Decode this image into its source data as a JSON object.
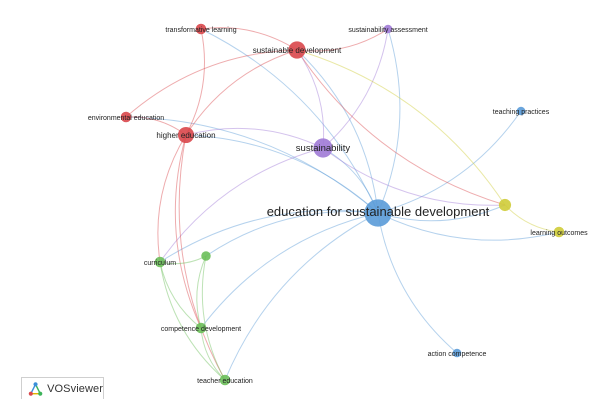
{
  "app": {
    "name": "VOSviewer"
  },
  "network": {
    "nodes": [
      {
        "id": "esd",
        "label": "education for sustainable development",
        "cluster": "blue",
        "weight": 10
      },
      {
        "id": "sust",
        "label": "sustainability",
        "cluster": "purple",
        "weight": 5
      },
      {
        "id": "sd",
        "label": "sustainable development",
        "cluster": "red",
        "weight": 4
      },
      {
        "id": "he",
        "label": "higher education",
        "cluster": "red",
        "weight": 3.5
      },
      {
        "id": "tl",
        "label": "transformative learning",
        "cluster": "red",
        "weight": 1.5
      },
      {
        "id": "ee",
        "label": "environmental education",
        "cluster": "red",
        "weight": 1.5
      },
      {
        "id": "sa",
        "label": "sustainability assessment",
        "cluster": "purple",
        "weight": 1
      },
      {
        "id": "tp",
        "label": "teaching practices",
        "cluster": "blue",
        "weight": 1
      },
      {
        "id": "ac",
        "label": "action competence",
        "cluster": "blue",
        "weight": 1
      },
      {
        "id": "yl",
        "label": "",
        "cluster": "yellow",
        "weight": 2
      },
      {
        "id": "lo",
        "label": "learning outcomes",
        "cluster": "yellow",
        "weight": 1.5
      },
      {
        "id": "cur",
        "label": "curriculum",
        "cluster": "green",
        "weight": 1.5
      },
      {
        "id": "gmid",
        "label": "",
        "cluster": "green",
        "weight": 1.2
      },
      {
        "id": "cd",
        "label": "competence development",
        "cluster": "green",
        "weight": 1.5
      },
      {
        "id": "te",
        "label": "teacher education",
        "cluster": "green",
        "weight": 1.5
      }
    ],
    "edges": [
      [
        "esd",
        "sust"
      ],
      [
        "esd",
        "sd"
      ],
      [
        "esd",
        "he"
      ],
      [
        "esd",
        "tl"
      ],
      [
        "esd",
        "ee"
      ],
      [
        "esd",
        "sa"
      ],
      [
        "esd",
        "tp"
      ],
      [
        "esd",
        "ac"
      ],
      [
        "esd",
        "yl"
      ],
      [
        "esd",
        "lo"
      ],
      [
        "esd",
        "cur"
      ],
      [
        "esd",
        "gmid"
      ],
      [
        "esd",
        "cd"
      ],
      [
        "esd",
        "te"
      ],
      [
        "sust",
        "sd"
      ],
      [
        "sust",
        "he"
      ],
      [
        "sust",
        "sa"
      ],
      [
        "sust",
        "cur"
      ],
      [
        "sust",
        "yl"
      ],
      [
        "sd",
        "he"
      ],
      [
        "sd",
        "tl"
      ],
      [
        "sd",
        "ee"
      ],
      [
        "sd",
        "yl"
      ],
      [
        "sd",
        "sa"
      ],
      [
        "he",
        "ee"
      ],
      [
        "he",
        "tl"
      ],
      [
        "he",
        "cur"
      ],
      [
        "he",
        "cd"
      ],
      [
        "he",
        "te"
      ],
      [
        "cur",
        "cd"
      ],
      [
        "cur",
        "te"
      ],
      [
        "cur",
        "gmid"
      ],
      [
        "gmid",
        "cd"
      ],
      [
        "gmid",
        "te"
      ],
      [
        "cd",
        "te"
      ],
      [
        "yl",
        "lo"
      ],
      [
        "yl",
        "sd"
      ]
    ]
  },
  "colors": {
    "blue": "#5a9bd8",
    "purple": "#a07ad6",
    "red": "#d9474b",
    "green": "#6cbf5a",
    "yellow": "#cfcc38"
  }
}
